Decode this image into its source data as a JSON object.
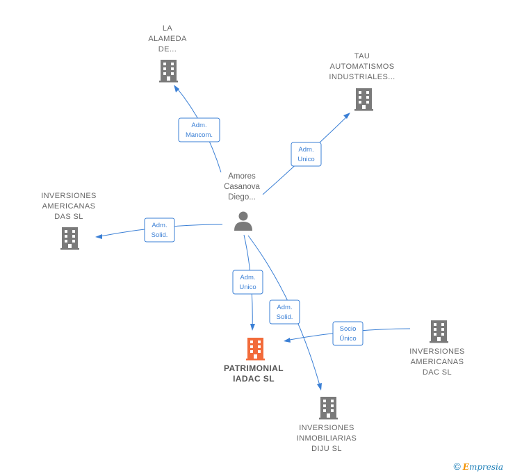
{
  "person": {
    "name": [
      "Amores",
      "Casanova",
      "Diego..."
    ]
  },
  "nodes": {
    "la_alameda": {
      "label": [
        "LA",
        "ALAMEDA",
        "DE..."
      ]
    },
    "tau": {
      "label": [
        "TAU",
        "AUTOMATISMOS",
        "INDUSTRIALES..."
      ]
    },
    "inv_americanas_das": {
      "label": [
        "INVERSIONES",
        "AMERICANAS",
        "DAS  SL"
      ]
    },
    "patrimonial": {
      "label": [
        "PATRIMONIAL",
        "IADAC  SL"
      ]
    },
    "inv_americanas_dac": {
      "label": [
        "INVERSIONES",
        "AMERICANAS",
        "DAC  SL"
      ]
    },
    "inv_inmobiliarias": {
      "label": [
        "INVERSIONES",
        "INMOBILIARIAS",
        "DIJU  SL"
      ]
    }
  },
  "edges": {
    "adm_mancom": [
      "Adm.",
      "Mancom."
    ],
    "adm_unico_tau": [
      "Adm.",
      "Unico"
    ],
    "adm_solid_das": [
      "Adm.",
      "Solid."
    ],
    "adm_unico_patrimonial": [
      "Adm.",
      "Unico"
    ],
    "adm_solid_diju": [
      "Adm.",
      "Solid."
    ],
    "socio_unico": [
      "Socio",
      "Único"
    ]
  },
  "colors": {
    "edge": "#3a7fd5",
    "building": "#7a7a7a",
    "building_main": "#f26b3a",
    "person": "#7a7a7a"
  },
  "icons": {
    "building": "building-icon",
    "person": "person-icon",
    "copyright": "copyright-icon"
  },
  "footer": {
    "copyright": "©",
    "brand_initial": "E",
    "brand_rest": "mpresia"
  }
}
